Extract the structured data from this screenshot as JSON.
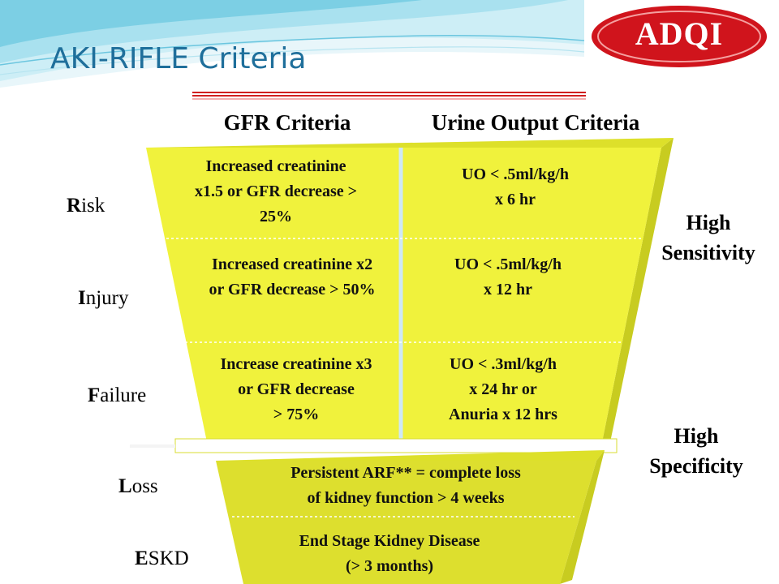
{
  "title": "AKI-RIFLE Criteria",
  "logo": {
    "text": "ADQI",
    "color": "#d0141c"
  },
  "colors": {
    "funnel_fill": "#f0f23c",
    "funnel_side": "#c8cc20",
    "title_blue": "#1f6f9b"
  },
  "columns": {
    "gfr": "GFR Criteria",
    "urine": "Urine Output Criteria"
  },
  "stages": [
    {
      "letter": "R",
      "rest": "isk"
    },
    {
      "letter": "I",
      "rest": "njury"
    },
    {
      "letter": "F",
      "rest": "ailure"
    },
    {
      "letter": "L",
      "rest": "oss"
    },
    {
      "letter": "E",
      "rest": "SKD"
    }
  ],
  "gfr_criteria": [
    [
      "Increased creatinine",
      "x1.5 or GFR decrease >",
      "25%"
    ],
    [
      "Increased creatinine x2",
      "or GFR decrease > 50%"
    ],
    [
      "Increase creatinine x3",
      "or GFR decrease",
      "> 75%"
    ]
  ],
  "urine_criteria": [
    [
      "UO < .5ml/kg/h",
      "x 6 hr"
    ],
    [
      "UO < .5ml/kg/h",
      "x 12 hr"
    ],
    [
      "UO < .3ml/kg/h",
      "x 24 hr or",
      "Anuria x 12 hrs"
    ]
  ],
  "outcomes": [
    [
      "Persistent ARF** = complete loss",
      "of kidney function > 4 weeks"
    ],
    [
      "End Stage Kidney Disease",
      "(> 3 months)"
    ]
  ],
  "sensitivity": [
    "High",
    "Sensitivity"
  ],
  "specificity": [
    "High",
    "Specificity"
  ]
}
